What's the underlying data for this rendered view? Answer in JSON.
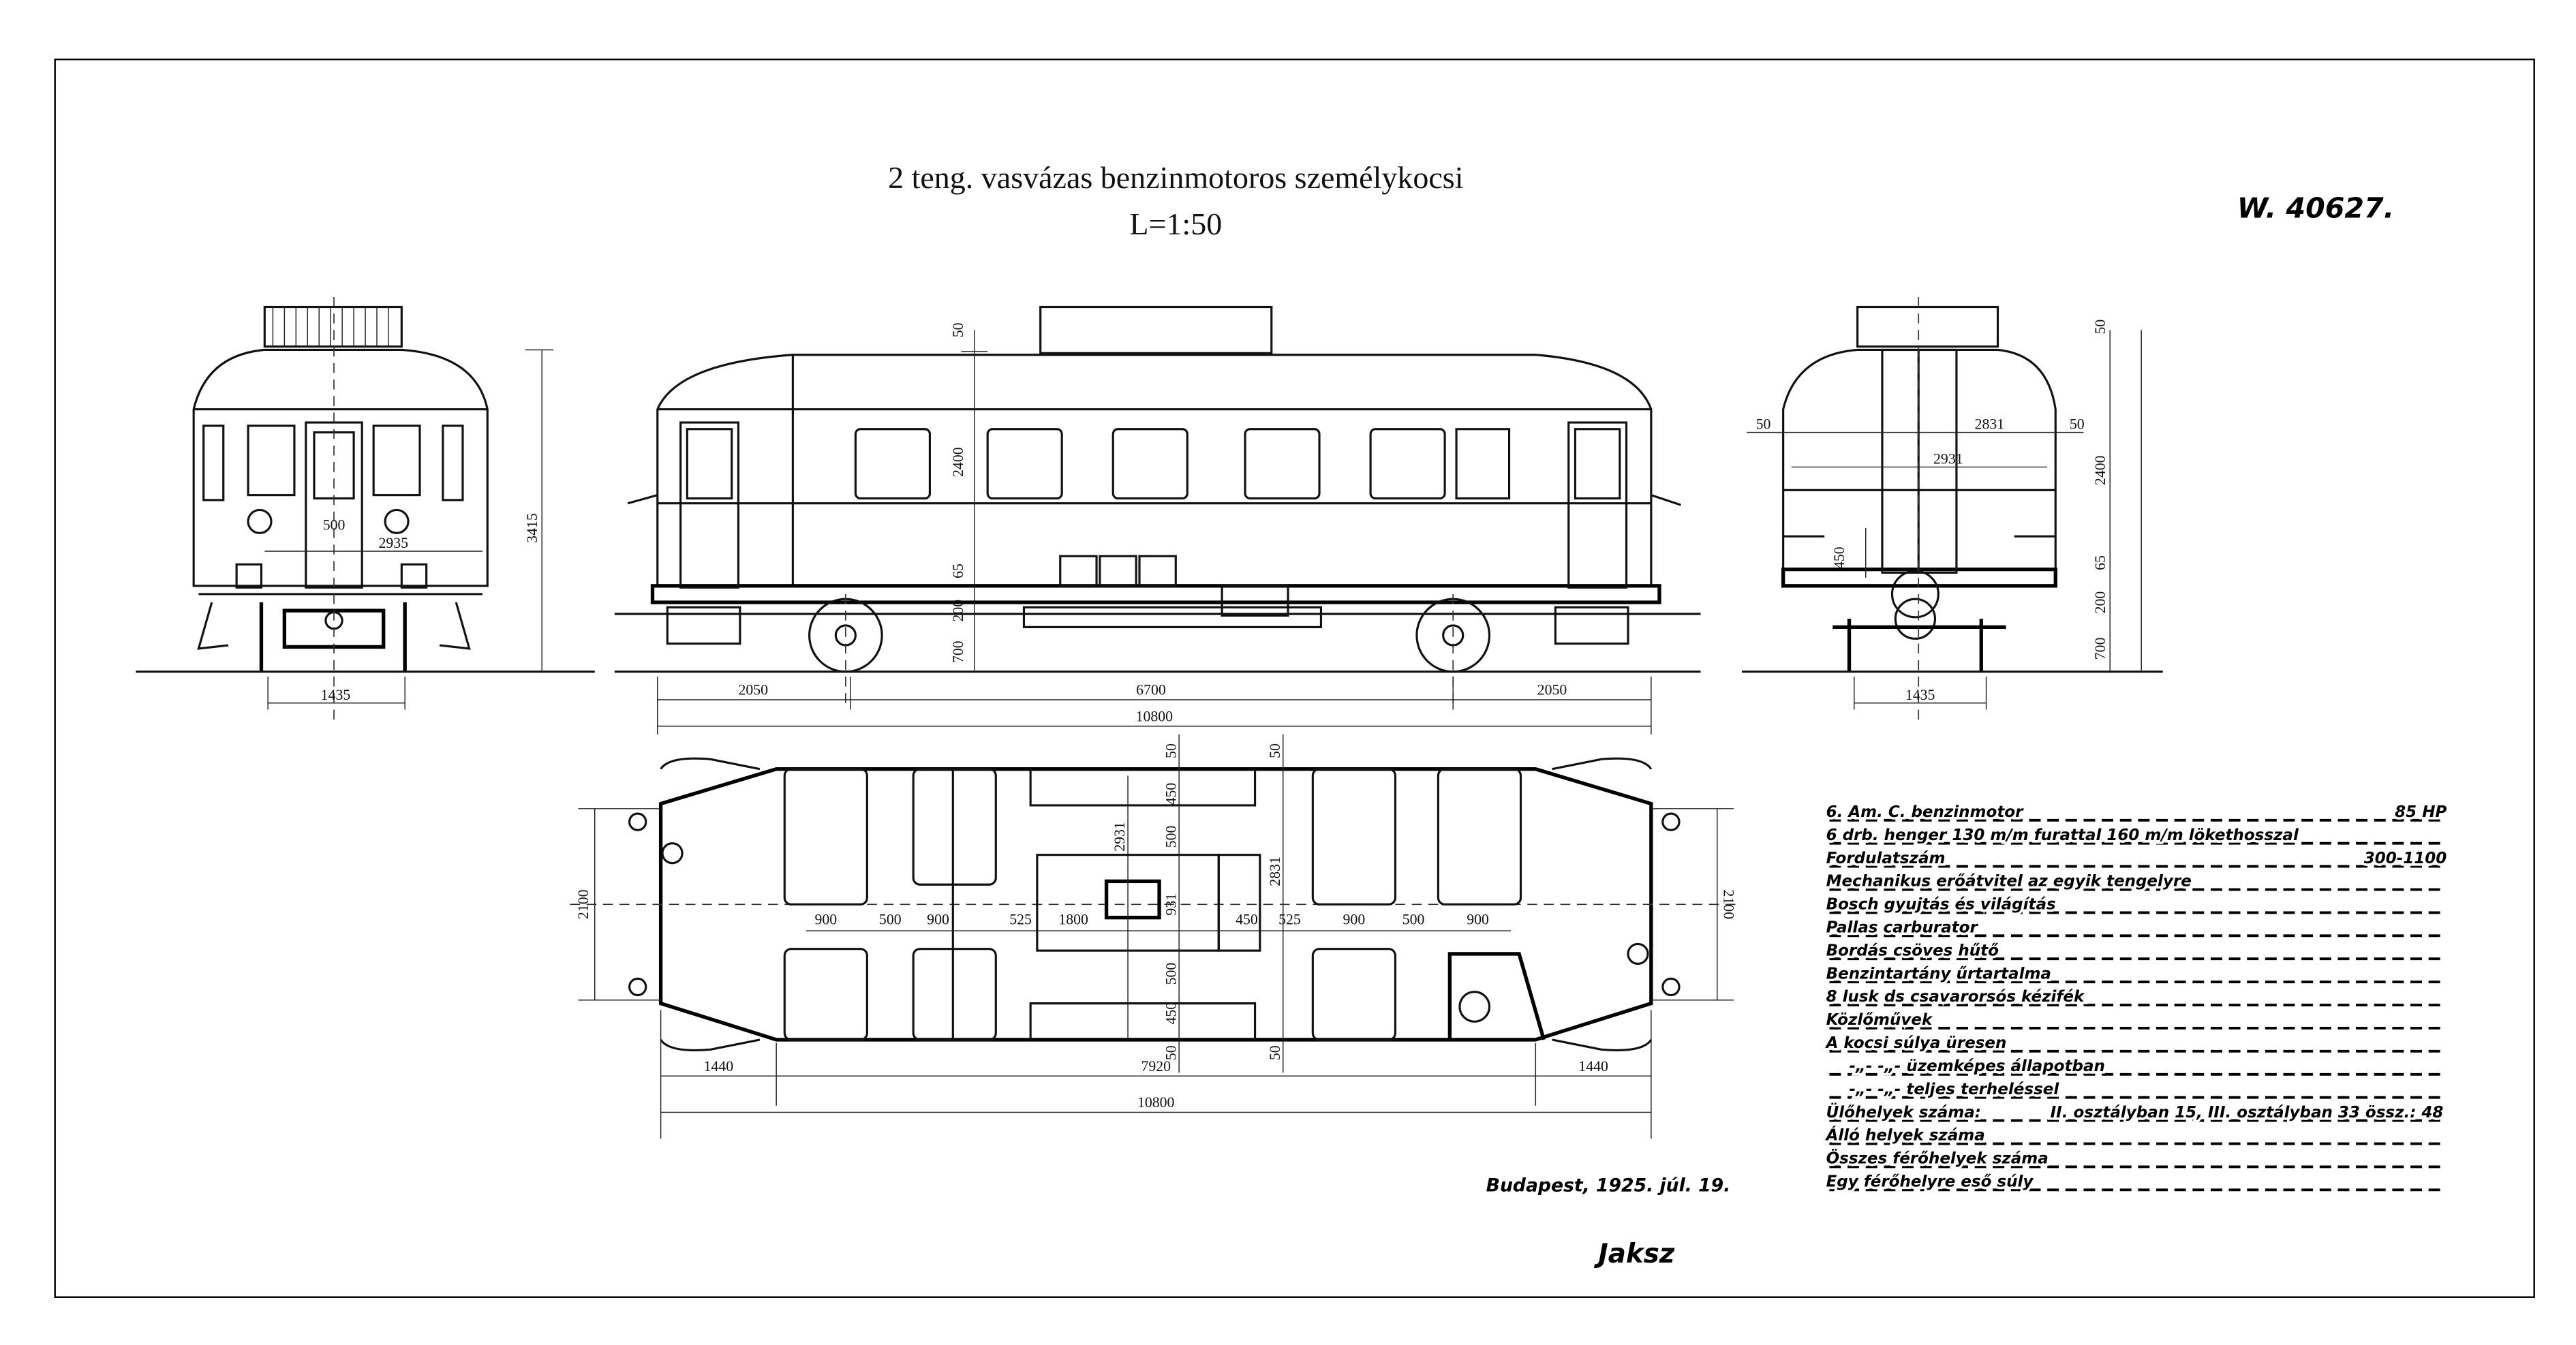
{
  "title": {
    "line1": "2 teng. vasvázas benzinmotoros személykocsi",
    "scale": "L=1:50"
  },
  "drawing_number": "W. 40627.",
  "front_view": {
    "height": "3415",
    "gauge": "1435",
    "width": "2935",
    "door": "500"
  },
  "side_view": {
    "horizontal": [
      "2050",
      "6700",
      "2050"
    ],
    "overall": "10800",
    "vertical": [
      "50",
      "2400",
      "65",
      "200",
      "700"
    ]
  },
  "rear_view": {
    "left_margin": "50",
    "inner": "2831",
    "right_margin": "50",
    "outer": "2931",
    "seat": "450",
    "vertical": [
      "50",
      "2400",
      "65",
      "200",
      "700"
    ],
    "gauge": "1435"
  },
  "plan_view": {
    "inner_row": [
      "900",
      "500",
      "900",
      "525",
      "1800",
      "450",
      "525",
      "900",
      "500",
      "900"
    ],
    "bottom": [
      "1440",
      "7920",
      "1440"
    ],
    "overall": "10800",
    "width": "2100",
    "vertical_center": [
      "50",
      "450",
      "500",
      "931",
      "500",
      "450",
      "50"
    ],
    "span_a": "2931",
    "span_b": "2831",
    "span_b_top": "50",
    "span_b_bottom": "50"
  },
  "specs": [
    {
      "label": "6. Am. C. benzinmotor",
      "value": "85 HP"
    },
    {
      "label": "6 drb. henger 130 m/m furattal 160 m/m lökethosszal",
      "value": ""
    },
    {
      "label": "Fordulatszám",
      "value": "300-1100"
    },
    {
      "label": "Mechanikus erőátvitel az egyik tengelyre",
      "value": ""
    },
    {
      "label": "Bosch gyujtás és világítás",
      "value": ""
    },
    {
      "label": "Pallas carburator",
      "value": ""
    },
    {
      "label": "Bordás csöves hűtő",
      "value": ""
    },
    {
      "label": "Benzintartány űrtartalma",
      "value": ""
    },
    {
      "label": "8 lusk ds csavarorsós kézifék",
      "value": ""
    },
    {
      "label": "Közlőművek",
      "value": ""
    },
    {
      "label": "A kocsi súlya üresen",
      "value": ""
    },
    {
      "label": "-„-   -„-   üzemképes állapotban",
      "value": ""
    },
    {
      "label": "-„-   -„-   teljes terheléssel",
      "value": ""
    },
    {
      "label": "Ülőhelyek száma:",
      "value": "II. osztályban 15, III. osztályban 33 össz.: 48"
    },
    {
      "label": "Álló helyek száma",
      "value": ""
    },
    {
      "label": "Összes férőhelyek száma",
      "value": ""
    },
    {
      "label": "Egy férőhelyre eső súly",
      "value": ""
    }
  ],
  "place_date": "Budapest, 1925. júl. 19.",
  "signature": "Jaksz"
}
